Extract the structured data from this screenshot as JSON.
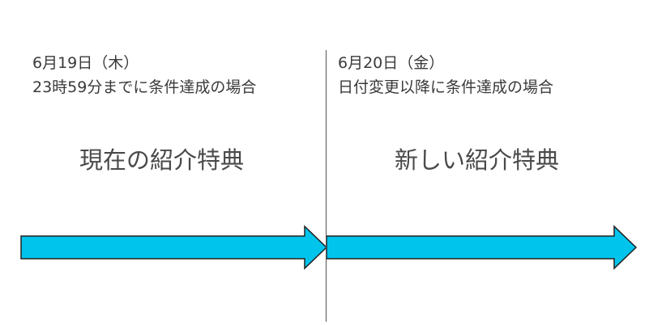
{
  "colors": {
    "arrow_fill": "#00c4ec",
    "arrow_stroke": "#222222",
    "divider": "#555555",
    "text": "#3a3a3a"
  },
  "left": {
    "date": "6月19日（木）",
    "condition": "23時59分までに条件達成の場合",
    "title": "現在の紹介特典"
  },
  "right": {
    "date": "6月20日（金）",
    "condition": "日付変更以降に条件達成の場合",
    "title": "新しい紹介特典"
  }
}
